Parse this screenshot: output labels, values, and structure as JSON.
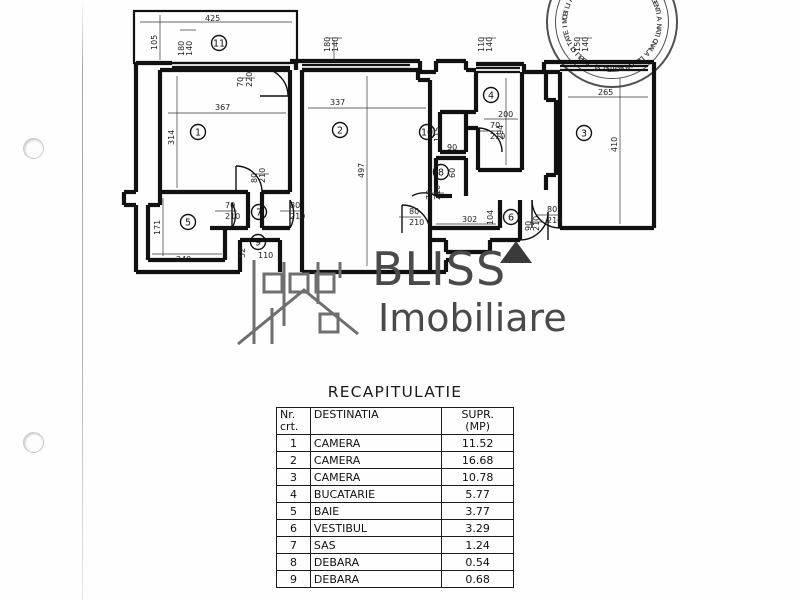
{
  "document": {
    "type": "scanned-floor-plan",
    "background_color": "#ffffff",
    "ink_color": "#111111"
  },
  "stamp": {
    "name": "cadastre-stamp",
    "outer_text": "AGENTIA NATIONALA DE CADASTRU SI PUBLICITATE IMOBILIARA",
    "orientation": "upside-down"
  },
  "watermark": {
    "brand": "BLISS",
    "tagline": "Imobiliare",
    "logo": "house-outline-logo",
    "color": "#4a4a4a"
  },
  "plan": {
    "north_marker": "triangle-marker",
    "rooms": [
      {
        "id": "1",
        "label": "1",
        "w": "367",
        "h": "314"
      },
      {
        "id": "2",
        "label": "2",
        "w": "337",
        "h": "497"
      },
      {
        "id": "3",
        "label": "3",
        "w": "265",
        "h": "410"
      },
      {
        "id": "4",
        "label": "4",
        "w": "200",
        "h": "294"
      },
      {
        "id": "5",
        "label": "5",
        "w": "240",
        "h": "171"
      },
      {
        "id": "6",
        "label": "6",
        "w": "302",
        "h": "104"
      },
      {
        "id": "7",
        "label": "7",
        "w": "",
        "h": ""
      },
      {
        "id": "8",
        "label": "8",
        "w": "",
        "h": ""
      },
      {
        "id": "9",
        "label": "9",
        "w": "",
        "h": ""
      },
      {
        "id": "10",
        "label": "10",
        "w": "90",
        "h": "115"
      },
      {
        "id": "11",
        "label": "11",
        "w": "425",
        "h": "105"
      }
    ],
    "openings": [
      {
        "name": "window-balcony",
        "size_top": "180",
        "size_bottom": "140"
      },
      {
        "name": "door-balcony",
        "size_top": "70",
        "size_bottom": "220"
      },
      {
        "name": "window-room2",
        "size_top": "180",
        "size_bottom": "140"
      },
      {
        "name": "window-kitchen",
        "size_top": "110",
        "size_bottom": "140"
      },
      {
        "name": "window-room3",
        "size_top": "150",
        "size_bottom": "140"
      },
      {
        "name": "door-room1",
        "size_top": "80",
        "size_bottom": "210"
      },
      {
        "name": "door-bath",
        "size_top": "70",
        "size_bottom": "210"
      },
      {
        "name": "door-room2",
        "size_top": "80",
        "size_bottom": "210"
      },
      {
        "name": "door-kitchen",
        "size_top": "70",
        "size_bottom": "210"
      },
      {
        "name": "door-pantry-10",
        "size_top": "70",
        "size_bottom": "210"
      },
      {
        "name": "door-pantry-8",
        "size_top": "70",
        "size_bottom": "210"
      },
      {
        "name": "door-hall-left",
        "size_top": "80",
        "size_bottom": "210"
      },
      {
        "name": "door-entrance",
        "size_top": "90",
        "size_bottom": "210"
      },
      {
        "name": "door-room3",
        "size_top": "80",
        "size_bottom": "210"
      }
    ],
    "dimension_labels": [
      "425",
      "105",
      "180",
      "140",
      "70",
      "220",
      "367",
      "314",
      "337",
      "497",
      "171",
      "240",
      "110",
      "140",
      "200",
      "294",
      "150",
      "140",
      "265",
      "410",
      "90",
      "115",
      "302",
      "104",
      "70",
      "210",
      "80",
      "210",
      "90",
      "210"
    ]
  },
  "recap": {
    "title": "RECAPITULATIE",
    "headers": {
      "nr_line1": "Nr.",
      "nr_line2": "crt.",
      "destination": "DESTINATIA",
      "supr_line1": "SUPR.",
      "supr_line2": "(MP)"
    },
    "rows": [
      {
        "nr": "1",
        "destination": "CAMERA",
        "supr": "11.52"
      },
      {
        "nr": "2",
        "destination": "CAMERA",
        "supr": "16.68"
      },
      {
        "nr": "3",
        "destination": "CAMERA",
        "supr": "10.78"
      },
      {
        "nr": "4",
        "destination": "BUCATARIE",
        "supr": "5.77"
      },
      {
        "nr": "5",
        "destination": "BAIE",
        "supr": "3.77"
      },
      {
        "nr": "6",
        "destination": "VESTIBUL",
        "supr": "3.29"
      },
      {
        "nr": "7",
        "destination": "SAS",
        "supr": "1.24"
      },
      {
        "nr": "8",
        "destination": "DEBARA",
        "supr": "0.54"
      },
      {
        "nr": "9",
        "destination": "DEBARA",
        "supr": "0.68"
      }
    ]
  }
}
